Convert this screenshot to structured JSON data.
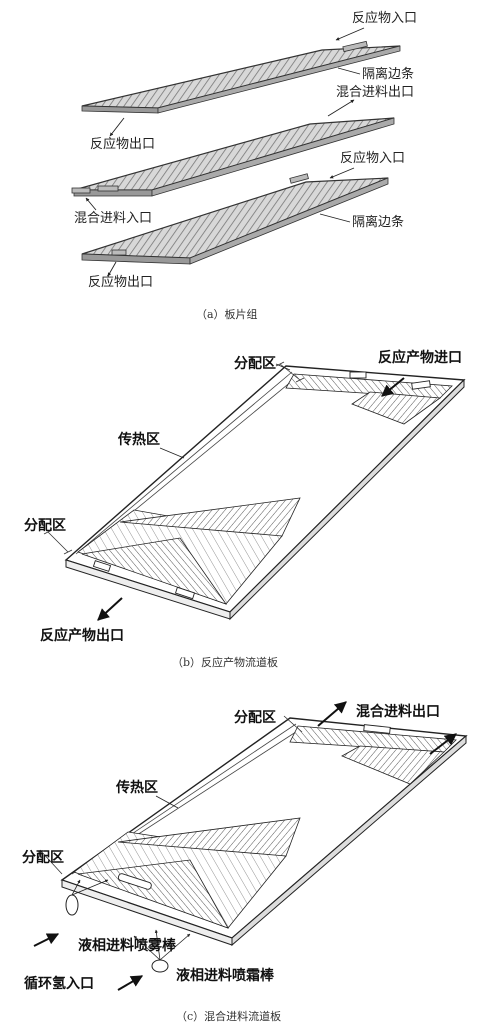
{
  "panel_a": {
    "caption": "（a）板片组",
    "labels": {
      "reactant_inlet_top": "反应物入口",
      "separator_strip_top": "隔离边条",
      "mixed_feed_outlet": "混合进料出口",
      "reactant_outlet_top": "反应物出口",
      "reactant_inlet_mid": "反应物入口",
      "mixed_feed_inlet": "混合进料入口",
      "separator_strip_bottom": "隔离边条",
      "reactant_outlet_bottom": "反应物出口"
    }
  },
  "panel_b": {
    "caption": "（b）反应产物流道板",
    "labels": {
      "distribution_zone_top": "分配区",
      "product_inlet": "反应产物进口",
      "heat_transfer_zone": "传热区",
      "distribution_zone_bottom": "分配区",
      "product_outlet": "反应产物出口"
    }
  },
  "panel_c": {
    "caption": "（c）混合进料流道板",
    "labels": {
      "distribution_zone_top": "分配区",
      "mixed_feed_outlet": "混合进料出口",
      "heat_transfer_zone": "传热区",
      "distribution_zone_bottom": "分配区",
      "liquid_spray_bar_1": "液相进料喷雾棒",
      "recycle_hydrogen_inlet": "循环氢入口",
      "liquid_spray_bar_2": "液相进料喷霜棒"
    }
  }
}
